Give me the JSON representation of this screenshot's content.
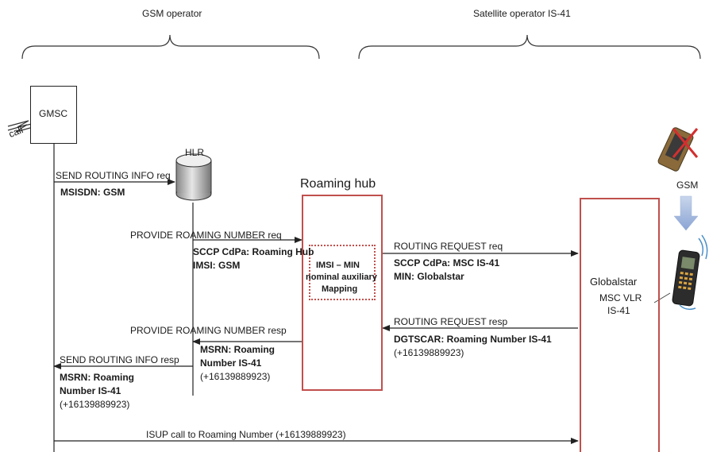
{
  "headers": {
    "gsm_operator": "GSM operator",
    "satellite_operator": "Satellite operator IS-41"
  },
  "nodes": {
    "gmsc": "GMSC",
    "call": "call",
    "hlr": "HLR",
    "roaming_hub": "Roaming hub",
    "mapping_line1": "IMSI – MIN",
    "mapping_line2": "nominal  auxiliary",
    "mapping_line3": "Mapping",
    "globalstar": "Globalstar",
    "msc_vlr": "MSC VLR",
    "is41": "IS-41",
    "gsm_phone": "GSM"
  },
  "messages": {
    "sri_req": "SEND ROUTING INFO req",
    "sri_req_detail": "MSISDN: GSM",
    "prn_req": "PROVIDE ROAMING NUMBER req",
    "prn_req_detail1": "SCCP CdPa: Roaming Hub",
    "prn_req_detail2": "IMSI: GSM",
    "rr_req": "ROUTING REQUEST req",
    "rr_req_detail1": "SCCP CdPa: MSC IS-41",
    "rr_req_detail2": "MIN: Globalstar",
    "rr_resp": "ROUTING REQUEST resp",
    "rr_resp_detail1": "DGTSCAR: Roaming Number IS-41",
    "rr_resp_detail2": "(+16139889923)",
    "prn_resp": "PROVIDE ROAMING NUMBER resp",
    "prn_resp_detail1": "MSRN: Roaming",
    "prn_resp_detail2": "Number IS-41",
    "prn_resp_detail3": "(+16139889923)",
    "sri_resp": "SEND ROUTING INFO resp",
    "sri_resp_detail1": "MSRN: Roaming",
    "sri_resp_detail2": "Number IS-41",
    "sri_resp_detail3": "(+16139889923)",
    "isup": "ISUP call to Roaming Number (+16139889923)"
  },
  "colors": {
    "box_red": "#c0504d",
    "line": "#222222",
    "arrow_blue": "#9db3d8"
  }
}
